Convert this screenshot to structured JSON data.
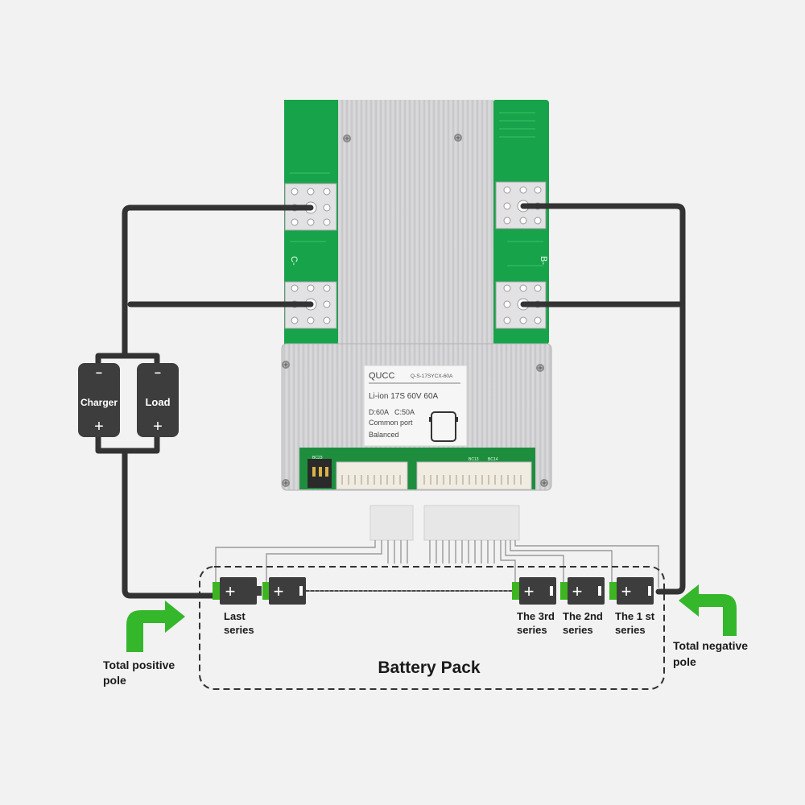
{
  "colors": {
    "background": "#f2f2f2",
    "pcb_green": "#17a34a",
    "wire": "#333333",
    "arrow_green": "#35b72b",
    "terminal_green": "#3cb521",
    "heatsink": "#cfcfd1"
  },
  "board": {
    "brand": "QUCC",
    "model": "Q-S-17SYCX-60A",
    "spec": "Li-ion 17S 60V 60A",
    "currents": "D:60A   C:50A",
    "port_type": "Common port",
    "balance": "Balanced",
    "pad_label_left": "C-",
    "pad_label_right": "B-",
    "conn_label_a": "BC13",
    "conn_label_b": "BC14",
    "conn_label_c": "BC23"
  },
  "devices": {
    "charger": {
      "label": "Charger",
      "neg": "−",
      "pos": "+"
    },
    "load": {
      "label": "Load",
      "neg": "−",
      "pos": "+"
    }
  },
  "battery_pack": {
    "title": "Battery Pack",
    "cells": [
      {
        "label_line1": "Last",
        "label_line2": "series"
      },
      {
        "label_line1": "The 3rd",
        "label_line2": "series"
      },
      {
        "label_line1": "The 2nd",
        "label_line2": "series"
      },
      {
        "label_line1": "The 1 st",
        "label_line2": "series"
      }
    ],
    "cell_pos_sign": "+",
    "cell_neg_sign": "−"
  },
  "annotations": {
    "positive_line1": "Total positive",
    "positive_line2": "pole",
    "negative_line1": "Total negative",
    "negative_line2": "pole"
  },
  "icons": [
    "up-right-arrow-icon",
    "up-left-arrow-icon",
    "battery-cell-icon",
    "chip-icon"
  ]
}
